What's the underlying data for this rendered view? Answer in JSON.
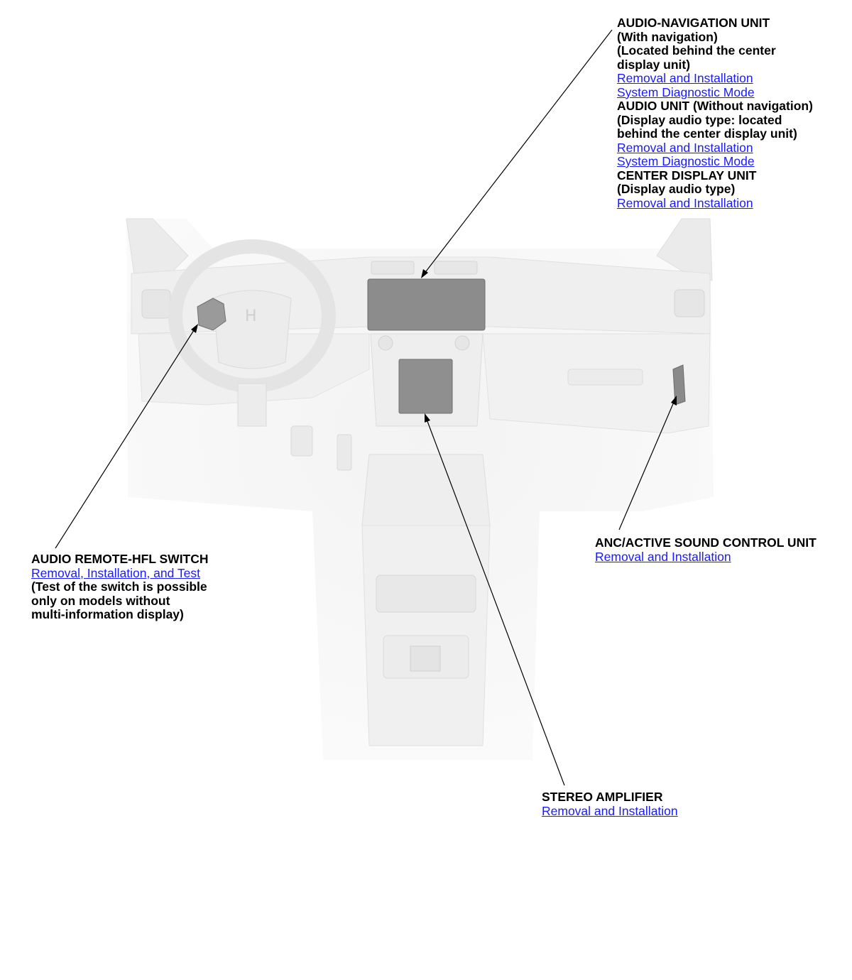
{
  "colors": {
    "link": "#1a1aff",
    "component_highlight": "#8c8c8c",
    "leader_line": "#000000",
    "illustration": "#f2f2f2"
  },
  "callouts": {
    "audio_navigation": {
      "title": "AUDIO-NAVIGATION UNIT",
      "note1": "(With navigation)",
      "note2": "(Located behind the center",
      "note3": "display unit)",
      "link1": "Removal and Installation",
      "link2": "System Diagnostic Mode",
      "title2": "AUDIO UNIT (Without navigation)",
      "note4": "(Display audio type: located",
      "note5": "behind the center display unit)",
      "link3": "Removal and Installation",
      "link4": "System Diagnostic Mode",
      "title3": "CENTER DISPLAY UNIT",
      "note6": "(Display audio type)",
      "link5": "Removal and Installation"
    },
    "audio_remote": {
      "title": "AUDIO REMOTE-HFL SWITCH",
      "link": "Removal, Installation, and Test",
      "note1": "(Test of the switch is possible",
      "note2": "only on models without",
      "note3": "multi-information display)"
    },
    "anc": {
      "title": "ANC/ACTIVE SOUND CONTROL UNIT",
      "link": "Removal and Installation"
    },
    "amplifier": {
      "title": "STEREO AMPLIFIER",
      "link": "Removal and Installation"
    }
  }
}
